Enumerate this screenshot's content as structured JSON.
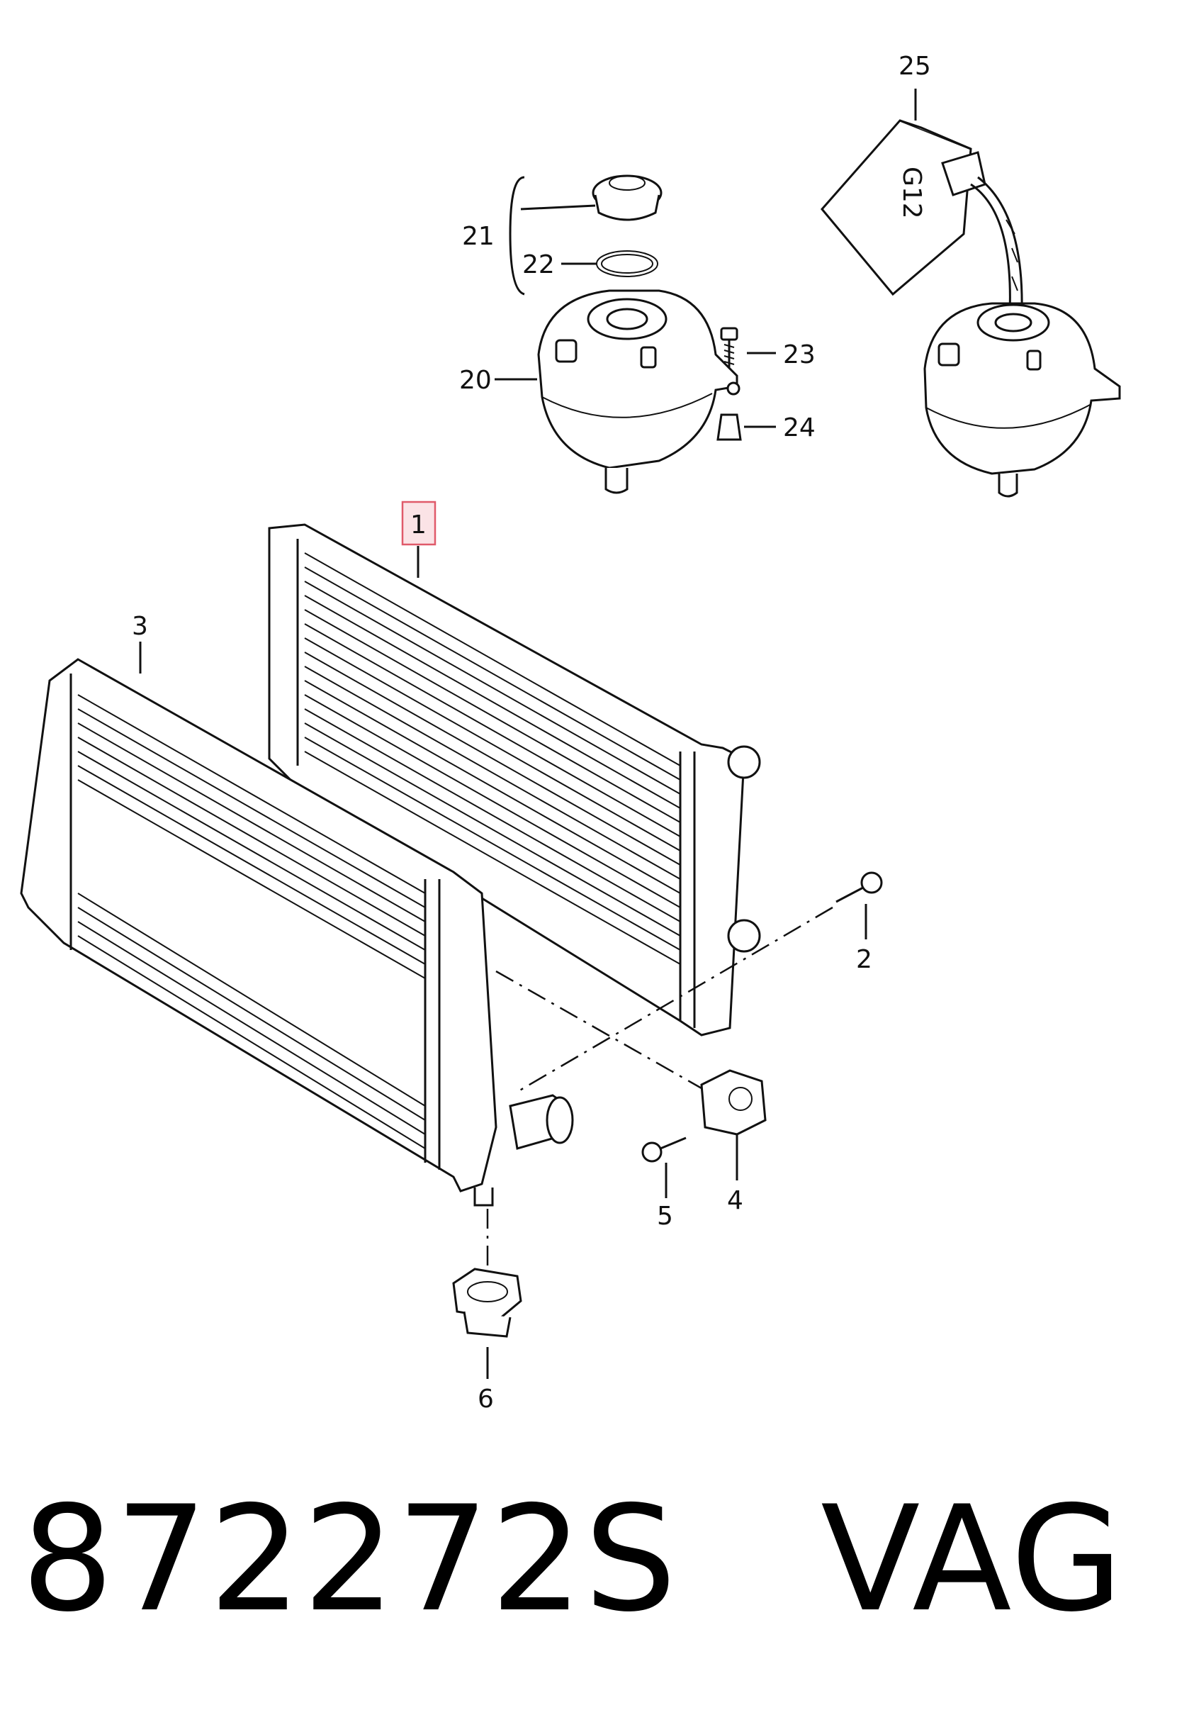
{
  "callouts": {
    "p1": "1",
    "p2": "2",
    "p3": "3",
    "p4": "4",
    "p5": "5",
    "p6": "6",
    "p20": "20",
    "p21": "21",
    "p22": "22",
    "p23": "23",
    "p24": "24",
    "p25": "25"
  },
  "canister_label": "G12",
  "caption": {
    "part_number": "872272S",
    "brand": "VAG"
  },
  "colors": {
    "line": "#111111",
    "highlight_border": "#e05a6a",
    "highlight_fill": "#fbe3e6"
  }
}
